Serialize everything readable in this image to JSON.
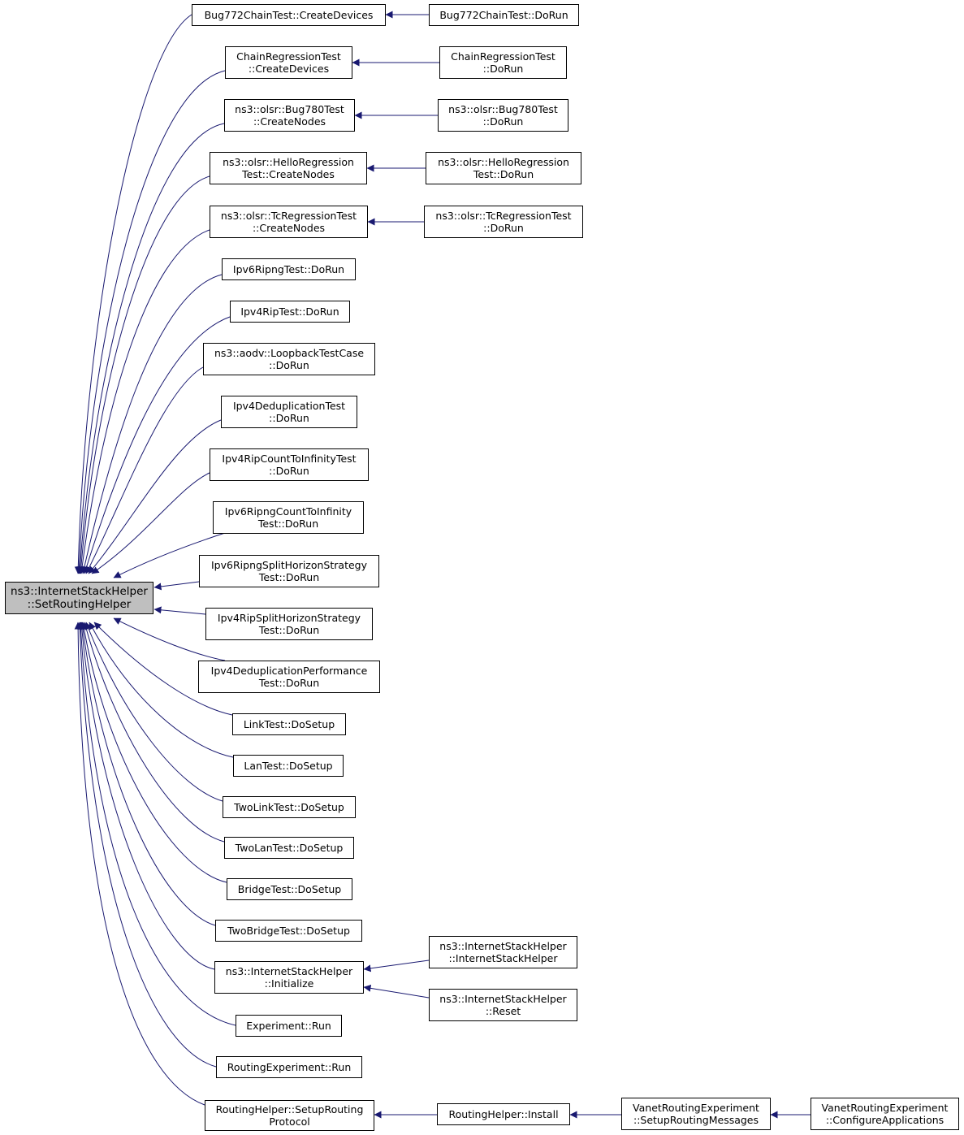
{
  "colors": {
    "edge": "#191970",
    "node_border": "#000000",
    "root_fill": "#bfbfbf"
  },
  "root": {
    "line1": "ns3::InternetStackHelper",
    "line2": "::SetRoutingHelper"
  },
  "nodes": [
    {
      "id": "n_bug772_cd",
      "lines": [
        "Bug772ChainTest::CreateDevices"
      ]
    },
    {
      "id": "n_bug772_run",
      "lines": [
        "Bug772ChainTest::DoRun"
      ]
    },
    {
      "id": "n_chain_cd",
      "lines": [
        "ChainRegressionTest",
        "::CreateDevices"
      ]
    },
    {
      "id": "n_chain_run",
      "lines": [
        "ChainRegressionTest",
        "::DoRun"
      ]
    },
    {
      "id": "n_bug780_cn",
      "lines": [
        "ns3::olsr::Bug780Test",
        "::CreateNodes"
      ]
    },
    {
      "id": "n_bug780_run",
      "lines": [
        "ns3::olsr::Bug780Test",
        "::DoRun"
      ]
    },
    {
      "id": "n_hello_cn",
      "lines": [
        "ns3::olsr::HelloRegression",
        "Test::CreateNodes"
      ]
    },
    {
      "id": "n_hello_run",
      "lines": [
        "ns3::olsr::HelloRegression",
        "Test::DoRun"
      ]
    },
    {
      "id": "n_tc_cn",
      "lines": [
        "ns3::olsr::TcRegressionTest",
        "::CreateNodes"
      ]
    },
    {
      "id": "n_tc_run",
      "lines": [
        "ns3::olsr::TcRegressionTest",
        "::DoRun"
      ]
    },
    {
      "id": "n_ipv6ripng",
      "lines": [
        "Ipv6RipngTest::DoRun"
      ]
    },
    {
      "id": "n_ipv4rip",
      "lines": [
        "Ipv4RipTest::DoRun"
      ]
    },
    {
      "id": "n_aodv_loop",
      "lines": [
        "ns3::aodv::LoopbackTestCase",
        "::DoRun"
      ]
    },
    {
      "id": "n_ipv4dedup",
      "lines": [
        "Ipv4DeduplicationTest",
        "::DoRun"
      ]
    },
    {
      "id": "n_ipv4rip_cti",
      "lines": [
        "Ipv4RipCountToInfinityTest",
        "::DoRun"
      ]
    },
    {
      "id": "n_ipv6ripng_cti",
      "lines": [
        "Ipv6RipngCountToInfinity",
        "Test::DoRun"
      ]
    },
    {
      "id": "n_ipv6ripng_sh",
      "lines": [
        "Ipv6RipngSplitHorizonStrategy",
        "Test::DoRun"
      ]
    },
    {
      "id": "n_ipv4rip_sh",
      "lines": [
        "Ipv4RipSplitHorizonStrategy",
        "Test::DoRun"
      ]
    },
    {
      "id": "n_ipv4dedup_perf",
      "lines": [
        "Ipv4DeduplicationPerformance",
        "Test::DoRun"
      ]
    },
    {
      "id": "n_linktest",
      "lines": [
        "LinkTest::DoSetup"
      ]
    },
    {
      "id": "n_lantest",
      "lines": [
        "LanTest::DoSetup"
      ]
    },
    {
      "id": "n_twolink",
      "lines": [
        "TwoLinkTest::DoSetup"
      ]
    },
    {
      "id": "n_twolan",
      "lines": [
        "TwoLanTest::DoSetup"
      ]
    },
    {
      "id": "n_bridge",
      "lines": [
        "BridgeTest::DoSetup"
      ]
    },
    {
      "id": "n_twobridge",
      "lines": [
        "TwoBridgeTest::DoSetup"
      ]
    },
    {
      "id": "n_ish_init",
      "lines": [
        "ns3::InternetStackHelper",
        "::Initialize"
      ]
    },
    {
      "id": "n_ish_ctor",
      "lines": [
        "ns3::InternetStackHelper",
        "::InternetStackHelper"
      ]
    },
    {
      "id": "n_ish_reset",
      "lines": [
        "ns3::InternetStackHelper",
        "::Reset"
      ]
    },
    {
      "id": "n_exp_run",
      "lines": [
        "Experiment::Run"
      ]
    },
    {
      "id": "n_rexp_run",
      "lines": [
        "RoutingExperiment::Run"
      ]
    },
    {
      "id": "n_rh_setup",
      "lines": [
        "RoutingHelper::SetupRouting",
        "Protocol"
      ]
    },
    {
      "id": "n_rh_install",
      "lines": [
        "RoutingHelper::Install"
      ]
    },
    {
      "id": "n_vanet_srm",
      "lines": [
        "VanetRoutingExperiment",
        "::SetupRoutingMessages"
      ]
    },
    {
      "id": "n_vanet_ca",
      "lines": [
        "VanetRoutingExperiment",
        "::ConfigureApplications"
      ]
    }
  ]
}
